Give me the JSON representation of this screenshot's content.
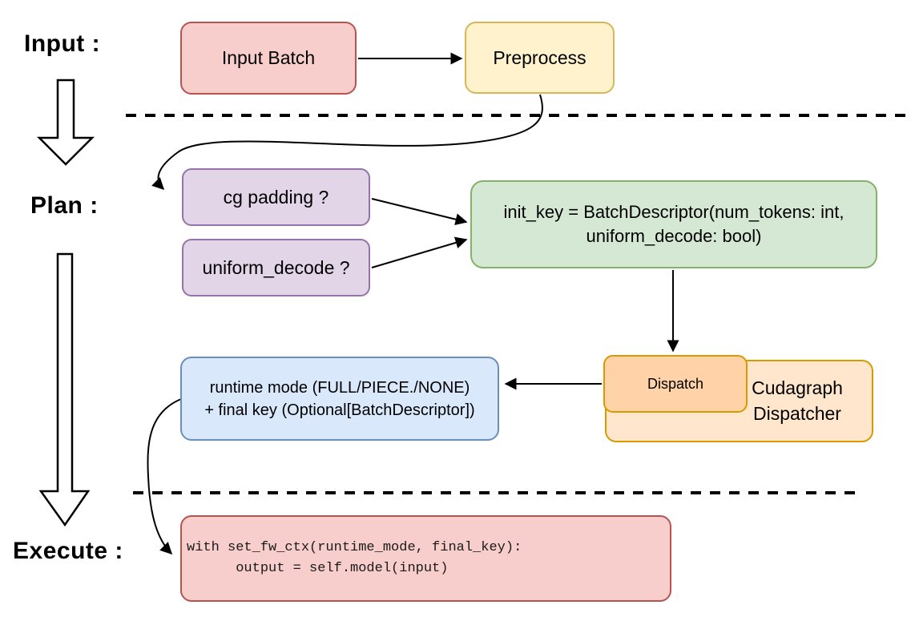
{
  "labels": {
    "input": "Input :",
    "plan": "Plan :",
    "execute": "Execute :"
  },
  "nodes": {
    "input_batch": "Input Batch",
    "preprocess": "Preprocess",
    "cg_padding": "cg padding ?",
    "uniform_decode": "uniform_decode ?",
    "init_key_line1": "init_key = BatchDescriptor(num_tokens: int,",
    "init_key_line2": "uniform_decode: bool)",
    "dispatch": "Dispatch",
    "cudagraph_dispatcher": "Cudagraph Dispatcher",
    "runtime_mode_line1": "runtime mode (FULL/PIECE./NONE)",
    "runtime_mode_line2": "+ final key (Optional[BatchDescriptor])",
    "code_line1": "with set_fw_ctx(runtime_mode, final_key):",
    "code_line2": "      output = self.model(input)"
  },
  "colors": {
    "red_fill": "#f8cecc",
    "red_stroke": "#b85450",
    "yellow_fill": "#fff2cc",
    "yellow_stroke": "#d6b656",
    "purple_fill": "#e1d5e7",
    "purple_stroke": "#9673a6",
    "green_fill": "#d5e8d4",
    "green_stroke": "#82b366",
    "orange_fill": "#ffe6cc",
    "orange_inner_fill": "#ffd2a8",
    "orange_stroke": "#d79b00",
    "blue_fill": "#dae8fc",
    "blue_stroke": "#6c8ebf",
    "connector": "#000000"
  }
}
